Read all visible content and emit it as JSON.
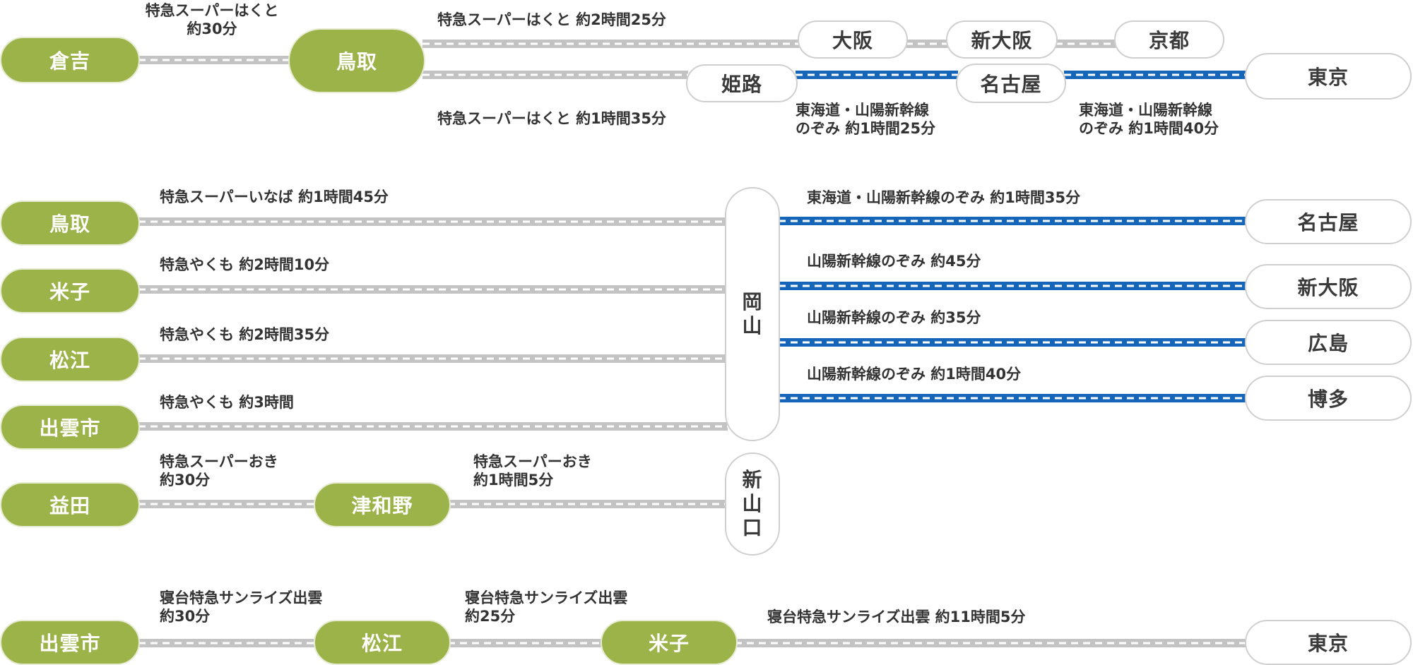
{
  "stations": {
    "kurayoshi": "倉吉",
    "tottori_top": "鳥取",
    "osaka": "大阪",
    "shin_osaka_top": "新大阪",
    "kyoto": "京都",
    "himeji": "姫路",
    "nagoya_top": "名古屋",
    "tokyo_top": "東京",
    "tottori": "鳥取",
    "yonago": "米子",
    "matsue": "松江",
    "izumoshi": "出雲市",
    "okayama": [
      "岡",
      "山"
    ],
    "nagoya": "名古屋",
    "shin_osaka": "新大阪",
    "hiroshima": "広島",
    "hakata": "博多",
    "masuda": "益田",
    "tsuwano": "津和野",
    "shin_yamaguchi": [
      "新",
      "山",
      "口"
    ],
    "izumoshi_bottom": "出雲市",
    "matsue_bottom": "松江",
    "yonago_bottom": "米子",
    "tokyo_bottom": "東京"
  },
  "labels": {
    "kurayoshi_tottori": [
      "特急スーパーはくと",
      "約30分"
    ],
    "hakuto_osaka": "特急スーパーはくと 約2時間25分",
    "hakuto_himeji": "特急スーパーはくと 約1時間35分",
    "nozomi_himeji_nagoya": [
      "東海道・山陽新幹線",
      "のぞみ 約1時間25分"
    ],
    "nozomi_nagoya_tokyo": [
      "東海道・山陽新幹線",
      "のぞみ 約1時間40分"
    ],
    "inaba": "特急スーパーいなば 約1時間45分",
    "yakumo_yonago": "特急やくも 約2時間10分",
    "yakumo_matsue": "特急やくも 約2時間35分",
    "yakumo_izumo": "特急やくも 約3時間",
    "okayama_nagoya": "東海道・山陽新幹線のぞみ 約1時間35分",
    "okayama_shinosaka": "山陽新幹線のぞみ 約45分",
    "okayama_hiroshima": "山陽新幹線のぞみ 約35分",
    "okayama_hakata": "山陽新幹線のぞみ 約1時間40分",
    "oki_masuda": [
      "特急スーパーおき",
      "約30分"
    ],
    "oki_tsuwano": [
      "特急スーパーおき",
      "約1時間5分"
    ],
    "sunrise_1": [
      "寝台特急サンライズ出雲",
      "約30分"
    ],
    "sunrise_2": [
      "寝台特急サンライズ出雲",
      "約25分"
    ],
    "sunrise_3": "寝台特急サンライズ出雲 約11時間5分"
  },
  "colors": {
    "local_line": "#c3c3c3",
    "shinkansen_line": "#1565b8",
    "green_station": "#9cb34a"
  }
}
